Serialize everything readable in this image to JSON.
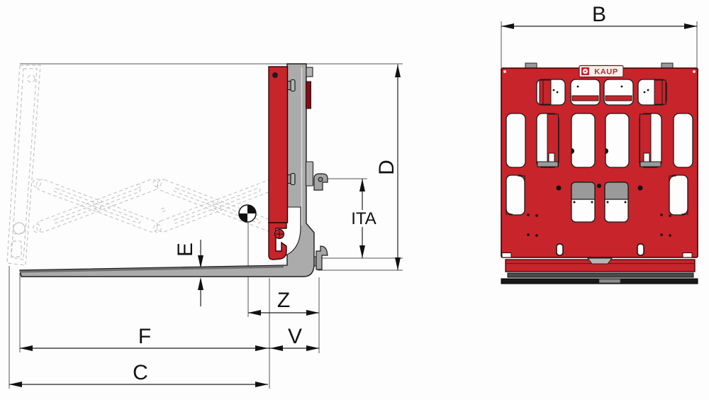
{
  "drawing": {
    "brand": "KAUP",
    "views": {
      "side": "side-view",
      "front": "front-view"
    },
    "dimensions": {
      "B": "B",
      "D": "D",
      "ITA": "ITA",
      "E": "E",
      "Z": "Z",
      "V": "V",
      "F": "F",
      "C": "C"
    },
    "colors": {
      "red": "#c8242b",
      "dark_red": "#7e1118",
      "metal_gray": "#ababab",
      "ghost_gray": "#c4c4c4",
      "line_black": "#1c1c1c",
      "background": "#fdfdfd"
    }
  }
}
